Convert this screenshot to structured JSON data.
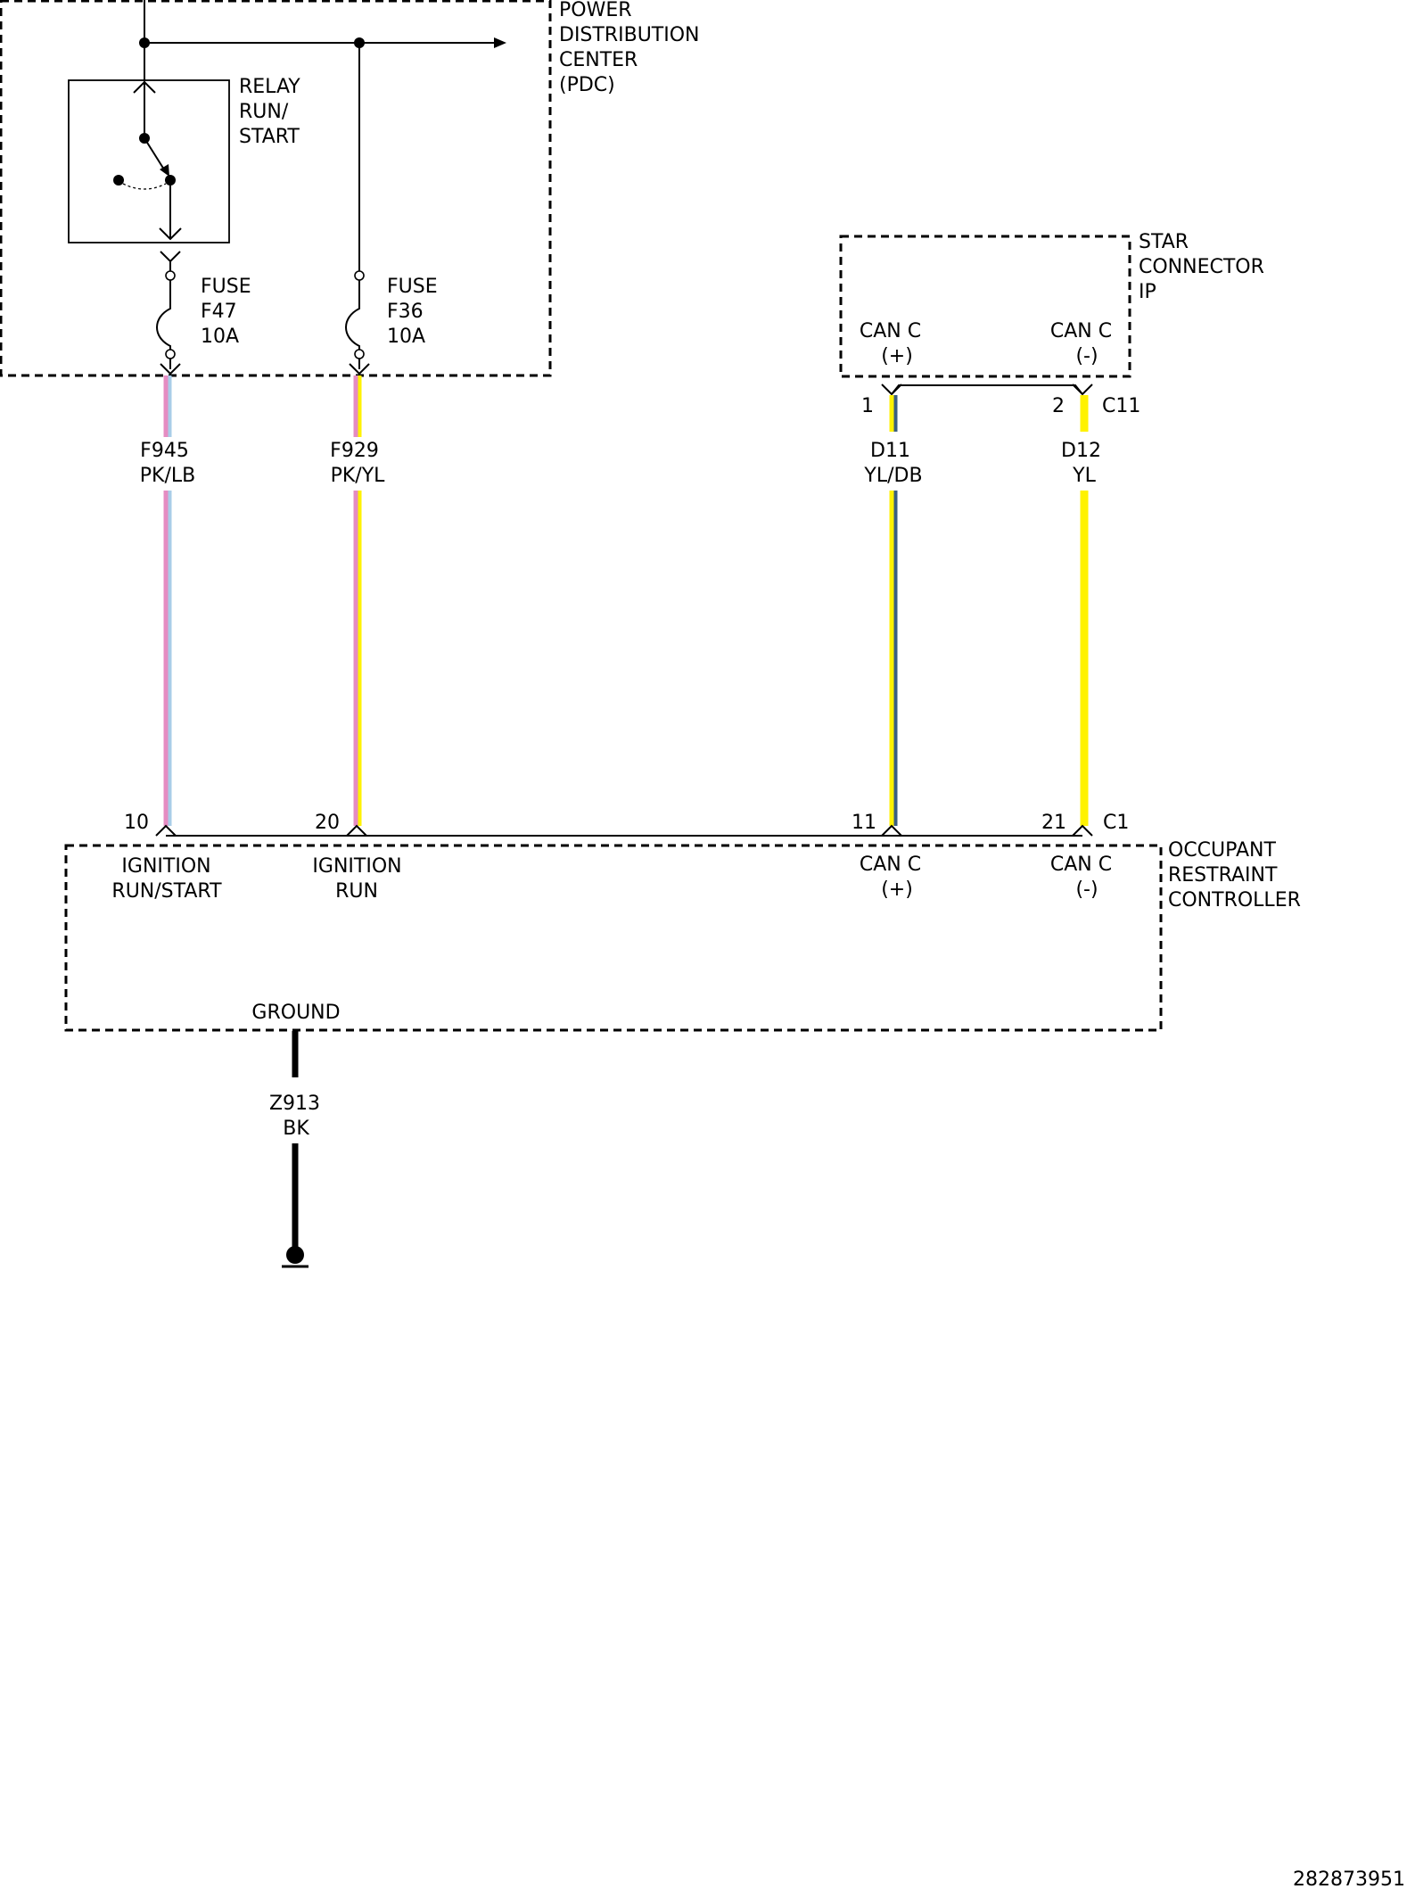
{
  "pdc": {
    "name": [
      "POWER",
      "DISTRIBUTION",
      "CENTER",
      "(PDC)"
    ],
    "relay_label": [
      "RELAY",
      "RUN/",
      "START"
    ],
    "fuse_f47": [
      "FUSE",
      "F47",
      "10A"
    ],
    "fuse_f36": [
      "FUSE",
      "F36",
      "10A"
    ]
  },
  "star_connector": {
    "name": [
      "STAR",
      "CONNECTOR",
      "IP"
    ],
    "pin_labels": [
      [
        "CAN C",
        "(+)"
      ],
      [
        "CAN C",
        "(-)"
      ]
    ],
    "pins": [
      "1",
      "2"
    ],
    "connector": "C11"
  },
  "wires": [
    {
      "circuit": "F945",
      "color_code": "PK/LB",
      "colors": [
        "#e58cc2",
        "#a9cde8"
      ]
    },
    {
      "circuit": "F929",
      "color_code": "PK/YL",
      "colors": [
        "#e58cc2",
        "#fff200"
      ]
    },
    {
      "circuit": "D11",
      "color_code": "YL/DB",
      "colors": [
        "#fff200",
        "#3b5f82"
      ]
    },
    {
      "circuit": "D12",
      "color_code": "YL",
      "colors": [
        "#fff200",
        "#fff200"
      ]
    },
    {
      "circuit": "Z913",
      "color_code": "BK",
      "colors": [
        "#000000",
        "#000000"
      ]
    }
  ],
  "orc": {
    "name": [
      "OCCUPANT",
      "RESTRAINT",
      "CONTROLLER"
    ],
    "connector": "C1",
    "pins": [
      "10",
      "20",
      "11",
      "21"
    ],
    "pin_labels": [
      [
        "IGNITION",
        "RUN/START"
      ],
      [
        "IGNITION",
        "RUN"
      ],
      [
        "CAN C",
        "(+)"
      ],
      [
        "CAN C",
        "(-)"
      ]
    ],
    "ground_label": "GROUND"
  },
  "doc_id": "282873951"
}
